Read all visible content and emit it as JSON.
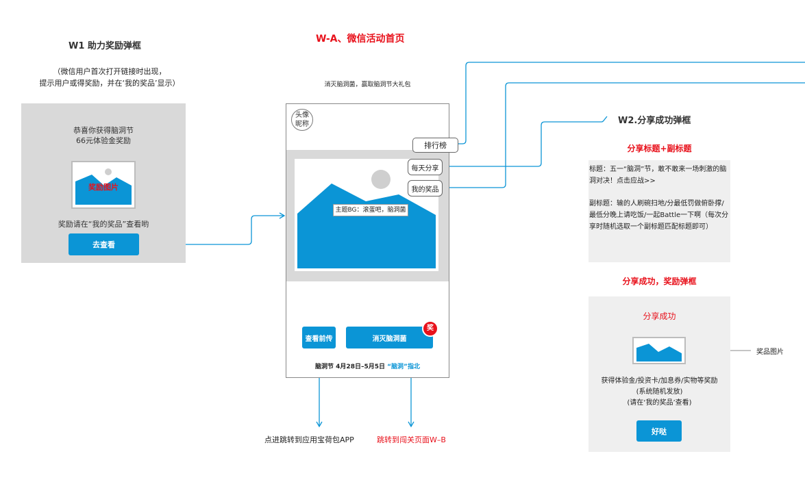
{
  "w1": {
    "title": "W1  助力奖励弹框",
    "desc_line1": "（微信用户首次打开链接时出现，",
    "desc_line2": "提示用户或得奖励，并在‘我的奖品’显示）",
    "popup_line1": "恭喜你获得脑洞节",
    "popup_line2": "66元体验金奖励",
    "image_label": "奖励图片",
    "hint": "奖励请在“我的奖品”查看哟",
    "button": "去查看"
  },
  "wa": {
    "title": "W-A、微信活动首页",
    "subtitle": "消灭脑洞菌，赢取脑洞节大礼包",
    "avatar_line1": "头像",
    "avatar_line2": "昵称",
    "ranking": "排行榜",
    "daily_share": "每天分享",
    "my_prizes": "我的奖品",
    "theme_label": "主题BG：滚蛋吧，脑洞菌",
    "btn_prequel": "查看前传",
    "btn_destroy": "消灭脑洞菌",
    "badge": "奖",
    "date_prefix": "脑洞节 4月28日–5月5日",
    "date_link": "“脑洞”指北",
    "annot_left": "点进跳转到应用宝荷包APP",
    "annot_right": "跳转到闯关页面W–B"
  },
  "w2": {
    "title": "W2.分享成功弹框",
    "share_heading": "分享标题+副标题",
    "share_title": "标题：五一“脑洞”节，敢不敢来一场刺激的脑洞对决！点击应战>>",
    "share_subtitle": "副标题：输的人刷碗扫地/分最低罚做俯卧撑/最低分晚上请吃饭/一起Battle一下啊（每次分享时随机选取一个副标题匹配标题即可）",
    "success_heading": "分享成功，奖励弹框",
    "popup_title": "分享成功",
    "reward_line1": "获得体验金/投资卡/加息券/实物等奖励",
    "reward_line2": "(系统随机发放)",
    "reward_line3": "(请在‘我的奖品’查看)",
    "button": "好哒",
    "image_annot": "奖品图片"
  },
  "colors": {
    "accent": "#0b95d6",
    "red": "#e8111b",
    "panel": "#d9d9d9",
    "panel_light": "#efefef"
  }
}
